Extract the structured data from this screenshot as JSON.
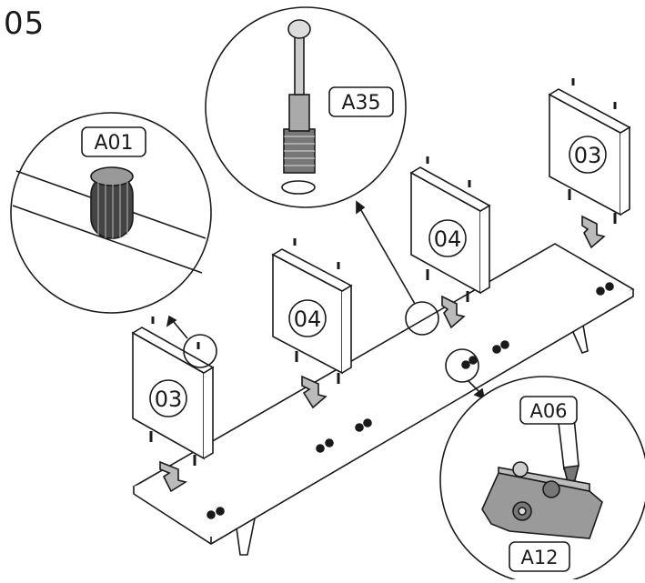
{
  "step": {
    "number": "05"
  },
  "panels": [
    {
      "id": "p03-left",
      "label": "03"
    },
    {
      "id": "p04-mid",
      "label": "04"
    },
    {
      "id": "p04-right",
      "label": "04"
    },
    {
      "id": "p03-right",
      "label": "03"
    }
  ],
  "callouts": [
    {
      "id": "A01",
      "label": "A01"
    },
    {
      "id": "A35",
      "label": "A35"
    },
    {
      "id": "A06",
      "label": "A06"
    },
    {
      "id": "A12",
      "label": "A12"
    }
  ],
  "colors": {
    "ink": "#1a1a1a",
    "panel": "#ffffff",
    "metal": "#9a9a9a"
  }
}
